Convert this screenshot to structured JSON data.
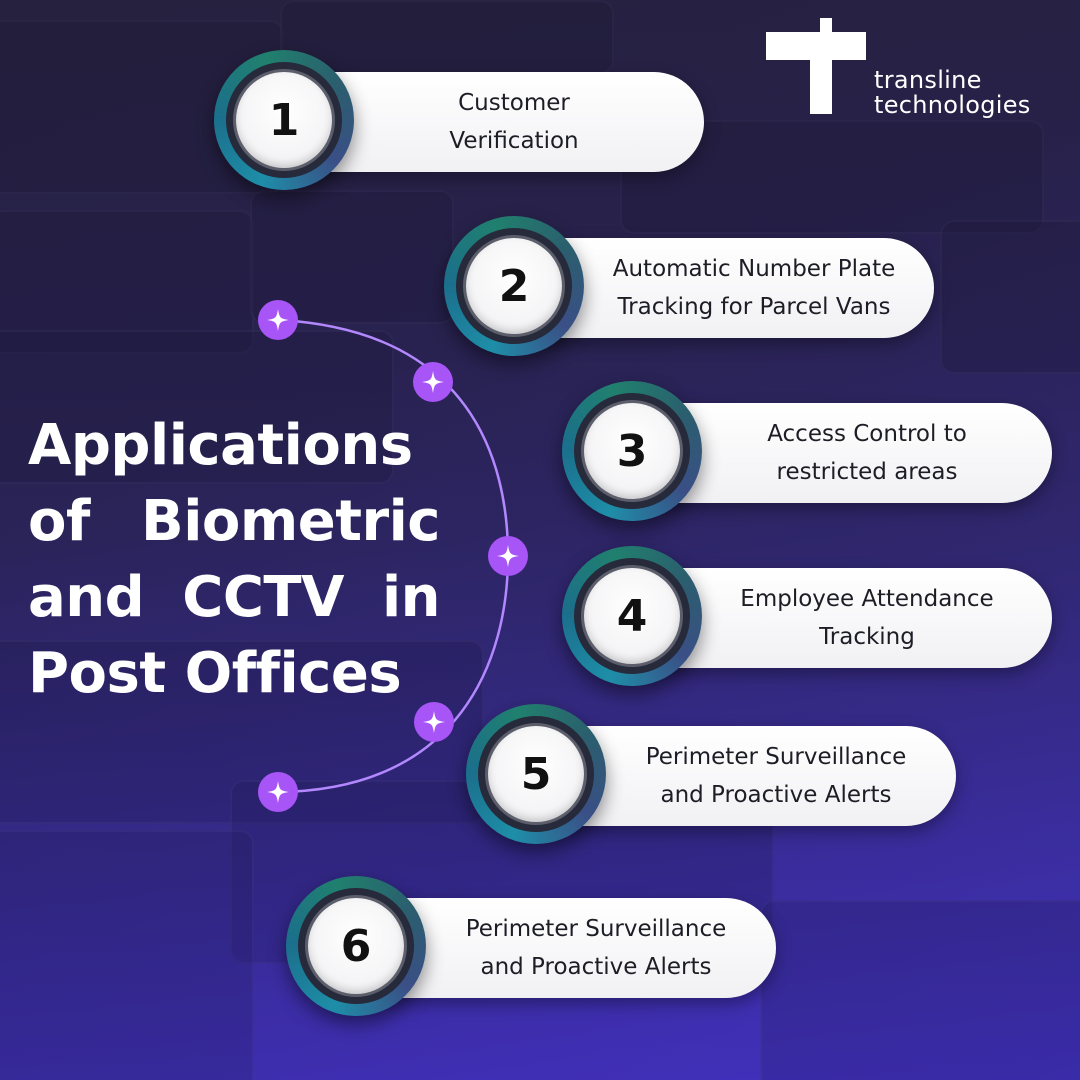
{
  "title": "Applications of Biometric and CCTV in Post Offices",
  "logo": {
    "line1": "transline",
    "line2": "technologies"
  },
  "items": [
    {
      "number": "1",
      "text_line1": "Customer",
      "text_line2": "Verification"
    },
    {
      "number": "2",
      "text_line1": "Automatic Number Plate",
      "text_line2": "Tracking for Parcel Vans"
    },
    {
      "number": "3",
      "text_line1": "Access Control to",
      "text_line2": "restricted areas"
    },
    {
      "number": "4",
      "text_line1": "Employee Attendance",
      "text_line2": "Tracking"
    },
    {
      "number": "5",
      "text_line1": "Perimeter Surveillance",
      "text_line2": "and Proactive Alerts"
    },
    {
      "number": "6",
      "text_line1": "Perimeter Surveillance",
      "text_line2": "and Proactive Alerts"
    }
  ],
  "colors": {
    "accent": "#a855f7",
    "arc": "#b388ff",
    "ring_teal": "#1e8ea8",
    "ring_green": "#20806e"
  },
  "icons": [
    "sparkle-icon"
  ]
}
